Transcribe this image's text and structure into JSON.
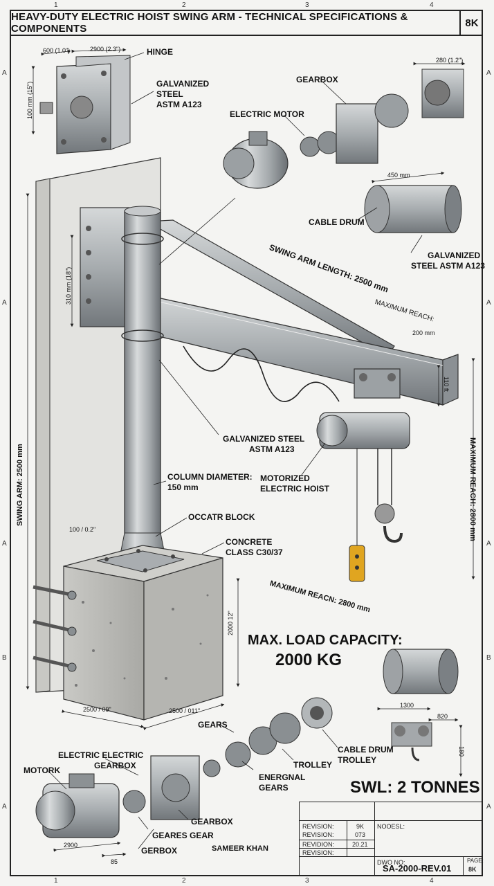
{
  "header": {
    "title": "HEAVY-DUTY ELECTRIC HOIST SWING ARM - TECHNICAL SPECIFICATIONS & COMPONENTS",
    "code": "8K"
  },
  "zones": {
    "top": [
      "1",
      "2",
      "3",
      "4"
    ],
    "bottom": [
      "1",
      "2",
      "3",
      "4"
    ],
    "left": [
      "A",
      "A",
      "A",
      "B",
      "A"
    ],
    "right": [
      "A",
      "A",
      "A",
      "B",
      "A"
    ]
  },
  "labels": {
    "hinge": "HINGE",
    "galv1_l1": "GALVANIZED",
    "galv1_l2": "STEEL",
    "galv1_l3": "ASTM A123",
    "gearbox_top": "GEARBOX",
    "electric_motor": "ELECTRIC MOTOR",
    "cable_drum": "CABLE DRUM",
    "galv2_l1": "GALVANIZED",
    "galv2_l2": "STEEL ASTM A123",
    "swing_arm_length": "SWING ARM LENGTH: 2500 mm",
    "max_reach_top": "MAXIMUM REACH:",
    "galv3_l1": "GALVANIZED STEEL",
    "galv3_l2": "ASTM A123",
    "column_l1": "COLUMN DIAMETER:",
    "column_l2": "150 mm",
    "hoist_l1": "MOTORIZED",
    "hoist_l2": "ELECTRIC HOIST",
    "occatr": "OCCATR BLOCK",
    "concrete_l1": "CONCRETE",
    "concrete_l2": "CLASS C30/37",
    "max_reach_diag": "MAXIMUM REACN: 2800 mm",
    "swing_arm_vert": "SWING ARM: 2500 mm",
    "max_reach_vert": "MAXIMUM REACH: 2800 mm",
    "gears": "GEARS",
    "electric_gearbox_l1": "ELECTRIC ELECTRIC",
    "electric_gearbox_l2": "GEARBOX",
    "motork": "MOTORK",
    "energnal_l1": "ENERGNAL",
    "energnal_l2": "GEARS",
    "cable_drum_trolley_l1": "CABLE DRUM",
    "cable_drum_trolley_l2": "TROLLEY",
    "trolley": "TROLLEY",
    "gearbox_bottom": "GEARBOX",
    "geares_gear": "GEARES GEAR",
    "gerbox": "GERBOX"
  },
  "dimensions": {
    "d600": "600 (1.0\")",
    "d2900a": "2900 (2.3\")",
    "d100": "100 mm (15\")",
    "d280": "280 (1.2\")",
    "d450": "450 mm",
    "d310": "310 mm (18\")",
    "d200": "200 mm",
    "d110": "110 ft",
    "d100b": "100 / 0.2\"",
    "d2000": "2000 12\"",
    "d2500": "2500 / 09\"",
    "d2500b": "2500 / 011\"",
    "d1300": "1300",
    "d820": "820",
    "d180": "180",
    "d2900b": "2900",
    "d85": "85"
  },
  "capacity": {
    "title": "MAX. LOAD CAPACITY:",
    "value": "2000 KG",
    "swl": "SWL: 2 TONNES"
  },
  "title_block": {
    "rows": [
      {
        "label": "REVISION:",
        "value": "9K"
      },
      {
        "label": "REVISION:",
        "value": "073"
      },
      {
        "label": "REVIDION:",
        "value": "20.21"
      },
      {
        "label": "REVISION:",
        "value": ""
      }
    ],
    "model_label": "NOOESL:",
    "dwg_label": "DWO NO:",
    "dwg_value": "SA-2000-REV.01",
    "page_label": "PAGE:",
    "page_value": "8K"
  },
  "signature": "SAMEER KHAN",
  "colors": {
    "line": "#222222",
    "steel": "#a9adb0",
    "steel_dark": "#6f7478",
    "concrete": "#bdbdb9",
    "pendant": "#e0a520",
    "paper": "#f4f4f2"
  }
}
